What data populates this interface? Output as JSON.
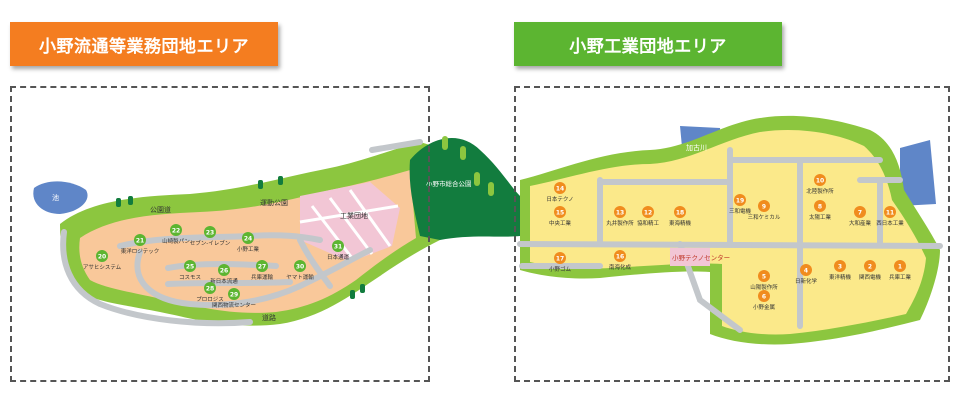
{
  "left_area": {
    "title": "小野流通等業務団地エリア",
    "tab_color": "#f47d20",
    "labels": {
      "pond": "池",
      "park_road": "公園道",
      "sports_park": "運動公園",
      "factory": "工業団地",
      "road_bottom": "道路"
    },
    "facilities": [
      {
        "num": "20",
        "name": "アサヒシステム"
      },
      {
        "num": "21",
        "name": "東洋ロジテック"
      },
      {
        "num": "22",
        "name": "山崎製パン"
      },
      {
        "num": "23",
        "name": "セブン-イレブン"
      },
      {
        "num": "24",
        "name": "小野工業"
      },
      {
        "num": "25",
        "name": "コスモス"
      },
      {
        "num": "26",
        "name": "新日本流通"
      },
      {
        "num": "27",
        "name": "兵庫運輸"
      },
      {
        "num": "28",
        "name": "プロロジス"
      },
      {
        "num": "29",
        "name": "関西物流センター"
      },
      {
        "num": "30",
        "name": "ヤマト運輸"
      },
      {
        "num": "31",
        "name": "日本通運"
      }
    ]
  },
  "right_area": {
    "title": "小野工業団地エリア",
    "tab_color": "#5cb531",
    "labels": {
      "river": "加古川",
      "park": "小野市総合公園",
      "center": "小野テクノセンター"
    },
    "facilities": [
      {
        "num": "1",
        "name": "兵庫工業"
      },
      {
        "num": "2",
        "name": "関西電機"
      },
      {
        "num": "3",
        "name": "東洋精機"
      },
      {
        "num": "4",
        "name": "日新化学"
      },
      {
        "num": "5",
        "name": "山陽製作所"
      },
      {
        "num": "6",
        "name": "小野金属"
      },
      {
        "num": "7",
        "name": "大和産業"
      },
      {
        "num": "8",
        "name": "太陽工業"
      },
      {
        "num": "9",
        "name": "三和ケミカル"
      },
      {
        "num": "10",
        "name": "北陸製作所"
      },
      {
        "num": "11",
        "name": "西日本工業"
      },
      {
        "num": "12",
        "name": "協和精工"
      },
      {
        "num": "13",
        "name": "丸井製作所"
      },
      {
        "num": "14",
        "name": "日本テクノ"
      },
      {
        "num": "15",
        "name": "中央工業"
      },
      {
        "num": "16",
        "name": "南海化成"
      },
      {
        "num": "17",
        "name": "小野ゴム"
      },
      {
        "num": "18",
        "name": "東海精機"
      },
      {
        "num": "19",
        "name": "三和電機"
      }
    ]
  },
  "colors": {
    "lot": "#f9c89a",
    "lot_right": "#fbe98a",
    "green_belt": "#8cc63f",
    "forest": "#127c3e",
    "road": "#c3c7cb",
    "water": "#5f86c8",
    "residential": "#f2c6d5",
    "badge_left": "#5cb531",
    "badge_right": "#f08c1e"
  }
}
